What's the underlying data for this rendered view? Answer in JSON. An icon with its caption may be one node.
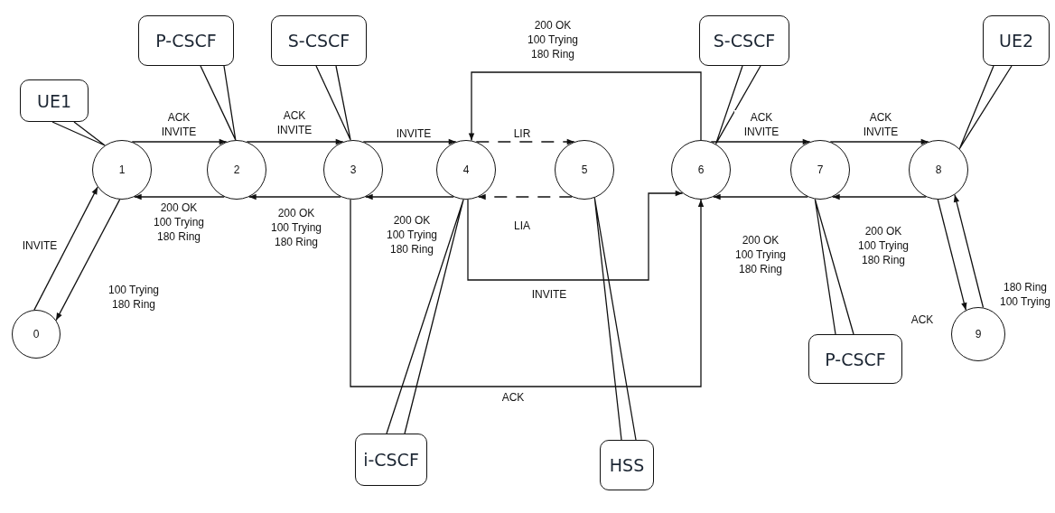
{
  "diagram": {
    "nodes": [
      {
        "text": [
          "0"
        ]
      },
      {
        "text": [
          "1"
        ]
      },
      {
        "text": [
          "2"
        ]
      },
      {
        "text": [
          "3"
        ]
      },
      {
        "text": [
          "4"
        ]
      },
      {
        "text": [
          "5"
        ]
      },
      {
        "text": [
          "6"
        ]
      },
      {
        "text": [
          "7"
        ]
      },
      {
        "text": [
          "8"
        ]
      },
      {
        "text": [
          "9"
        ]
      },
      {
        "text": [
          "UE1"
        ]
      },
      {
        "text": [
          "P-CSCF"
        ]
      },
      {
        "text": [
          "S-CSCF"
        ]
      },
      {
        "text": [
          "S-CSCF"
        ]
      },
      {
        "text": [
          "UE2"
        ]
      },
      {
        "text": [
          "i-CSCF"
        ]
      },
      {
        "text": [
          "HSS"
        ]
      },
      {
        "text": [
          "P-CSCF"
        ]
      }
    ],
    "edges": [
      {
        "from": 1,
        "to": 2,
        "arrow": "to",
        "label": "ACK INVITE"
      },
      {
        "from": 2,
        "to": 1,
        "arrow": "to",
        "label": "200 OK 100 Trying 180 Ring"
      },
      {
        "from": 2,
        "to": 3,
        "arrow": "to",
        "label": "ACK INVITE"
      },
      {
        "from": 3,
        "to": 2,
        "arrow": "to",
        "label": "200 OK 100 Trying 180 Ring"
      },
      {
        "from": 3,
        "to": 4,
        "arrow": "to",
        "label": "INVITE"
      },
      {
        "from": 4,
        "to": 3,
        "arrow": "to",
        "label": "200 OK 100 Trying 180 Ring"
      },
      {
        "from": 4,
        "to": 5,
        "arrow": "to",
        "label": "LIR",
        "style": "dashed"
      },
      {
        "from": 5,
        "to": 4,
        "arrow": "to",
        "label": "LIA",
        "style": "dashed"
      },
      {
        "from": 6,
        "to": 4,
        "arrow": "to",
        "label": "200 OK 100 Trying 180 Ring"
      },
      {
        "from": 4,
        "to": 6,
        "arrow": "to",
        "label": "INVITE"
      },
      {
        "from": 3,
        "to": 6,
        "arrow": "to",
        "label": "ACK"
      },
      {
        "from": 6,
        "to": 7,
        "arrow": "to",
        "label": "ACK INVITE"
      },
      {
        "from": 7,
        "to": 6,
        "arrow": "to",
        "label": "200 OK 100 Trying 180 Ring"
      },
      {
        "from": 7,
        "to": 8,
        "arrow": "to",
        "label": "ACK INVITE"
      },
      {
        "from": 8,
        "to": 7,
        "arrow": "to",
        "label": "200 OK 100 Trying 180 Ring"
      },
      {
        "from": 0,
        "to": 1,
        "arrow": "to",
        "label": "INVITE"
      },
      {
        "from": 1,
        "to": 0,
        "arrow": "to",
        "label": "100 Trying 180 Ring"
      },
      {
        "from": 8,
        "to": 9,
        "arrow": "to",
        "label": "ACK"
      },
      {
        "from": 9,
        "to": 8,
        "arrow": "to",
        "label": "180 Ring 100 Trying"
      },
      {
        "from": 10,
        "to": 1,
        "arrow": "none"
      },
      {
        "from": 11,
        "to": 2,
        "arrow": "none"
      },
      {
        "from": 12,
        "to": 3,
        "arrow": "none"
      },
      {
        "from": 13,
        "to": 6,
        "arrow": "none"
      },
      {
        "from": 14,
        "to": 8,
        "arrow": "none"
      },
      {
        "from": 15,
        "to": 4,
        "arrow": "none"
      },
      {
        "from": 16,
        "to": 5,
        "arrow": "none"
      },
      {
        "from": 17,
        "to": 7,
        "arrow": "none"
      }
    ]
  }
}
